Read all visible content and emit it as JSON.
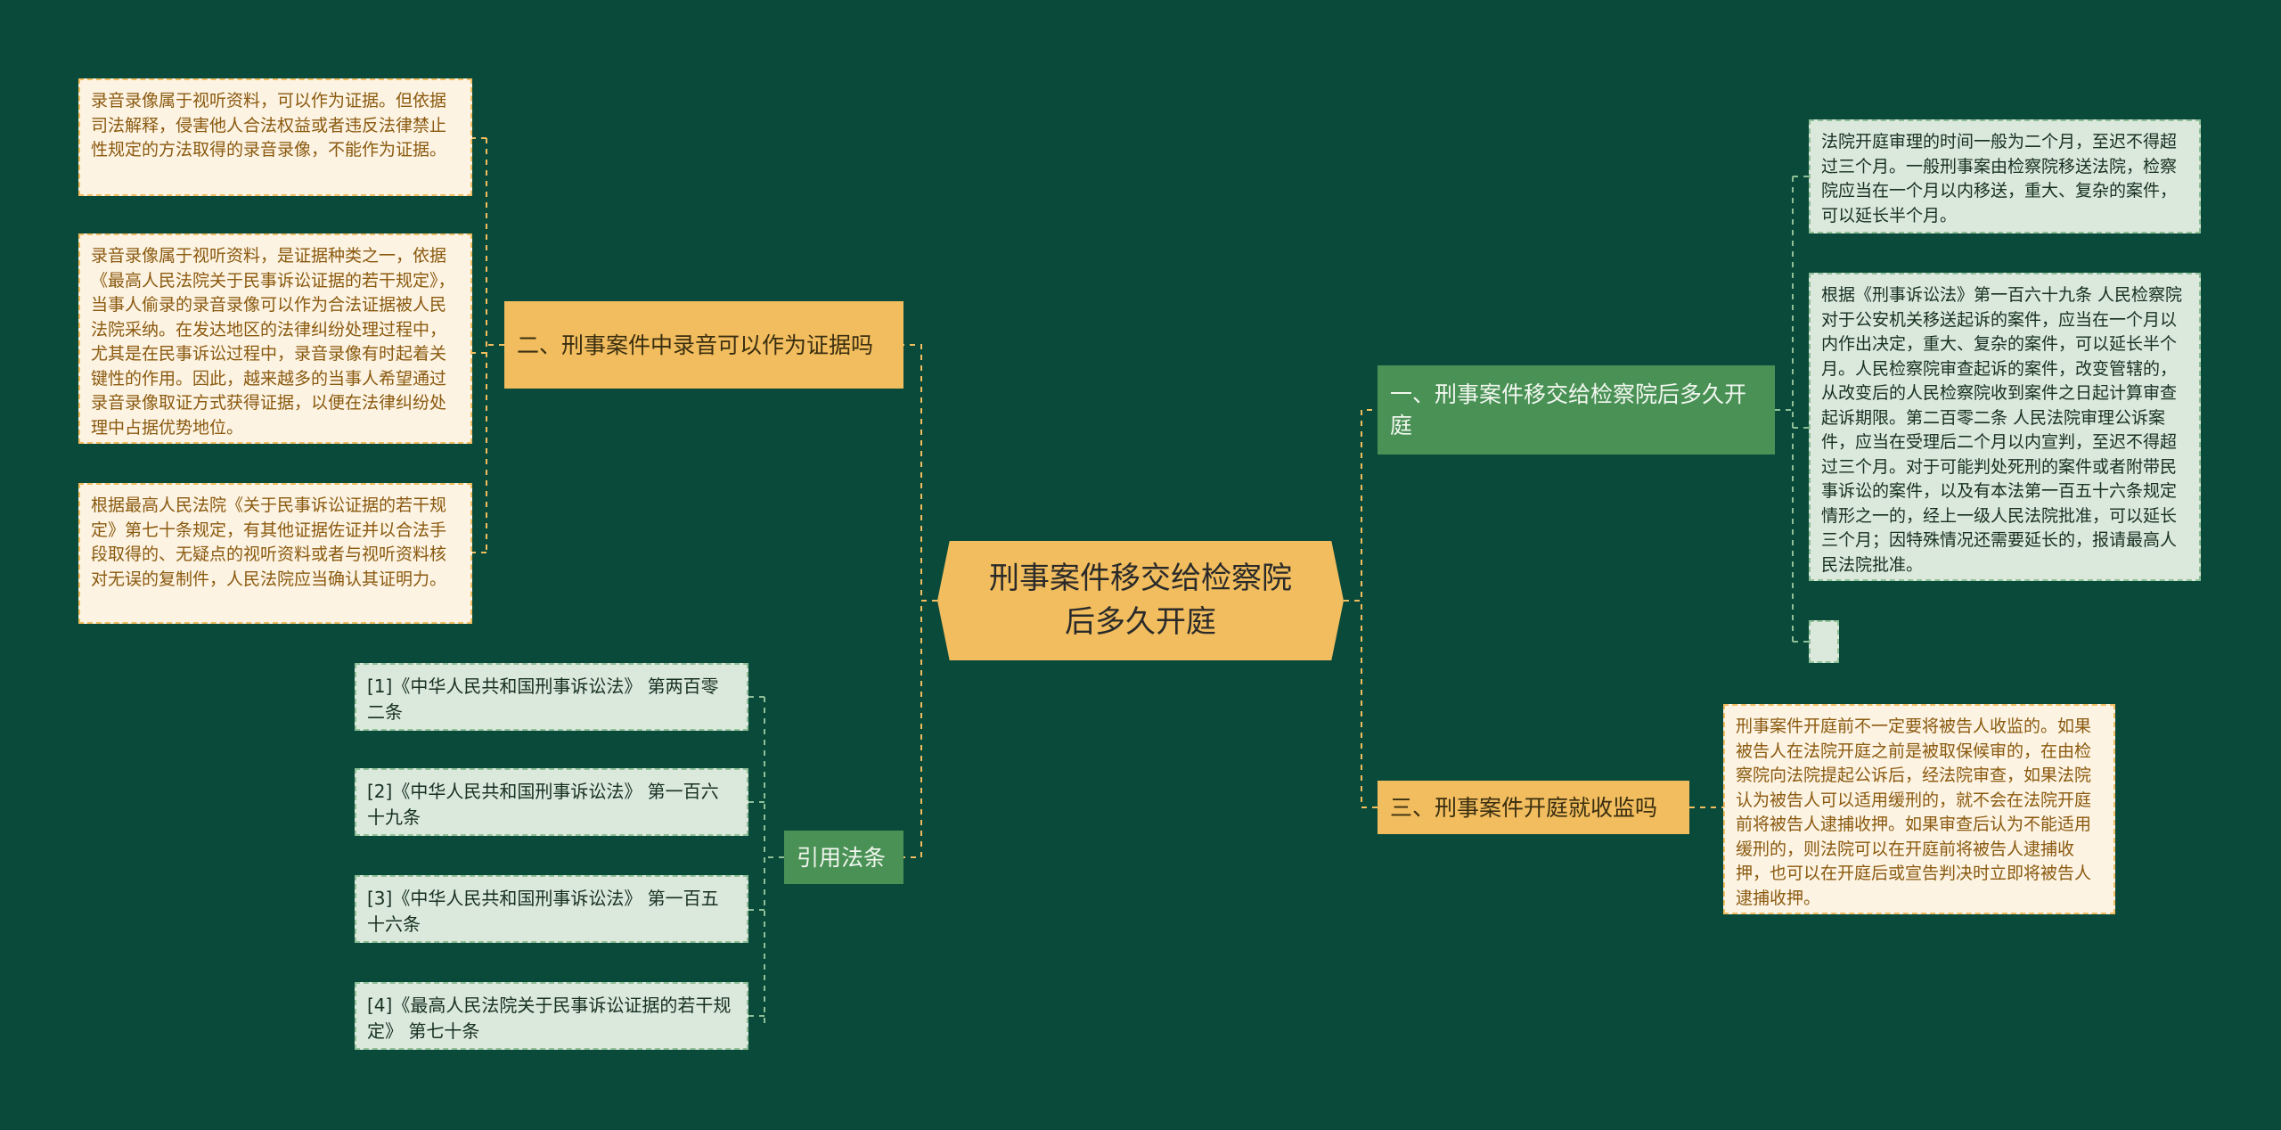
{
  "center": {
    "title": "刑事案件移交给检察院后多久开庭"
  },
  "branches": {
    "b1": {
      "label": "一、刑事案件移交给检察院后多久开庭"
    },
    "b2": {
      "label": "二、刑事案件中录音可以作为证据吗"
    },
    "b3": {
      "label": "三、刑事案件开庭就收监吗"
    },
    "b4": {
      "label": "引用法条"
    }
  },
  "leaves": {
    "b1_1": "法院开庭审理的时间一般为二个月，至迟不得超过三个月。一般刑事案由检察院移送法院，检察院应当在一个月以内移送，重大、复杂的案件，可以延长半个月。",
    "b1_2": "根据《刑事诉讼法》第一百六十九条 人民检察院对于公安机关移送起诉的案件，应当在一个月以内作出决定，重大、复杂的案件，可以延长半个月。人民检察院审查起诉的案件，改变管辖的，从改变后的人民检察院收到案件之日起计算审查起诉期限。第二百零二条 人民法院审理公诉案件，应当在受理后二个月以内宣判，至迟不得超过三个月。对于可能判处死刑的案件或者附带民事诉讼的案件，以及有本法第一百五十六条规定情形之一的，经上一级人民法院批准，可以延长三个月；因特殊情况还需要延长的，报请最高人民法院批准。",
    "b1_3": "",
    "b2_1": "录音录像属于视听资料，可以作为证据。但依据司法解释，侵害他人合法权益或者违反法律禁止性规定的方法取得的录音录像，不能作为证据。",
    "b2_2": "录音录像属于视听资料，是证据种类之一，依据《最高人民法院关于民事诉讼证据的若干规定》，当事人偷录的录音录像可以作为合法证据被人民法院采纳。在发达地区的法律纠纷处理过程中，尤其是在民事诉讼过程中，录音录像有时起着关键性的作用。因此，越来越多的当事人希望通过录音录像取证方式获得证据，以便在法律纠纷处理中占据优势地位。",
    "b2_3": "根据最高人民法院《关于民事诉讼证据的若干规定》第七十条规定，有其他证据佐证并以合法手段取得的、无疑点的视听资料或者与视听资料核对无误的复制件，人民法院应当确认其证明力。",
    "b3_1": "刑事案件开庭前不一定要将被告人收监的。如果被告人在法院开庭之前是被取保候审的，在由检察院向法院提起公诉后，经法院审查，如果法院认为被告人可以适用缓刑的，就不会在法院开庭前将被告人逮捕收押。如果审查后认为不能适用缓刑的，则法院可以在开庭前将被告人逮捕收押，也可以在开庭后或宣告判决时立即将被告人逮捕收押。",
    "r1": "[1]《中华人民共和国刑事诉讼法》 第两百零二条",
    "r2": "[2]《中华人民共和国刑事诉讼法》 第一百六十九条",
    "r3": "[3]《中华人民共和国刑事诉讼法》 第一百五十六条",
    "r4": "[4]《最高人民法院关于民事诉讼证据的若干规定》 第七十条"
  },
  "colors": {
    "background": "#0a4a3a",
    "accent_yellow": "#f1bd5e",
    "accent_green": "#4a9156",
    "leaf_yellow_bg": "#fdf3e2",
    "leaf_green_bg": "#dbe9dd"
  }
}
